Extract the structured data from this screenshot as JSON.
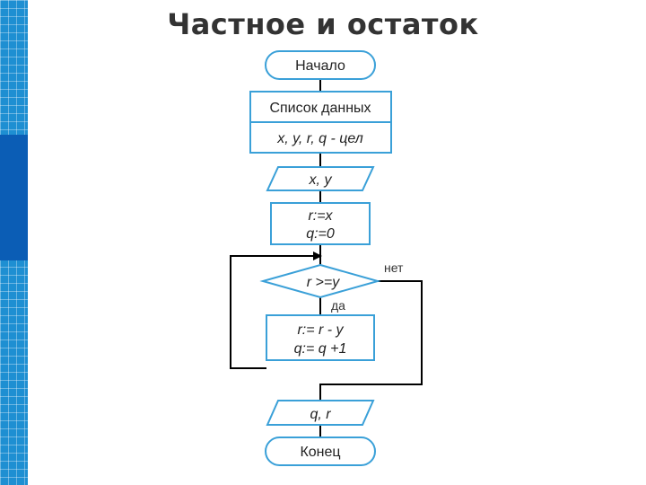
{
  "title": "Частное и остаток",
  "flowchart": {
    "start": "Начало",
    "data_list_header": "Список данных",
    "data_list_vars": "x, y, r, q - цел",
    "input": "x, y",
    "init_line1": "r:=x",
    "init_line2": "q:=0",
    "condition": "r >=y",
    "branch_yes": "да",
    "branch_no": "нет",
    "loop_line1": "r:= r - y",
    "loop_line2": "q:= q +1",
    "output": "q, r",
    "end": "Конец"
  },
  "colors": {
    "accent": "#1e8fd2",
    "accent_dark": "#0b5db5",
    "border": "#3aa0d8",
    "fill": "#ffffff",
    "line": "#000000"
  }
}
